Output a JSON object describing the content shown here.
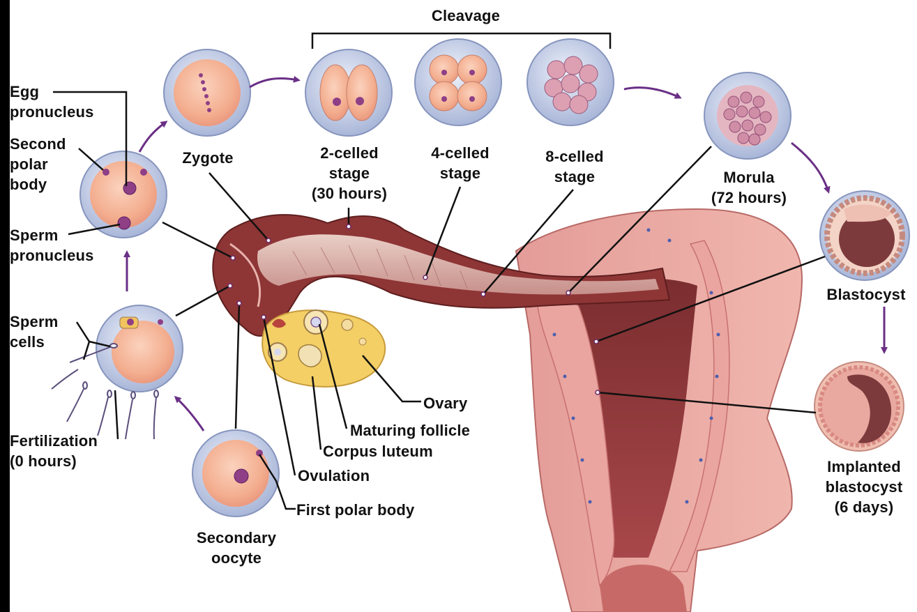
{
  "title": "Cleavage",
  "labels": {
    "egg_pronucleus": "Egg\npronucleus",
    "second_polar_body": "Second\npolar\nbody",
    "sperm_pronucleus": "Sperm\npronucleus",
    "sperm_cells": "Sperm\ncells",
    "fertilization": "Fertilization\n(0 hours)",
    "zygote": "Zygote",
    "two_celled": "2-celled\nstage\n(30 hours)",
    "four_celled": "4-celled\nstage",
    "eight_celled": "8-celled\nstage",
    "morula": "Morula\n(72 hours)",
    "blastocyst": "Blastocyst",
    "implanted_blastocyst": "Implanted\nblastocyst\n(6 days)",
    "ovary": "Ovary",
    "maturing_follicle": "Maturing follicle",
    "corpus_luteum": "Corpus luteum",
    "ovulation": "Ovulation",
    "first_polar_body": "First polar body",
    "secondary_oocyte": "Secondary\noocyte"
  },
  "colors": {
    "background": "#ffffff",
    "frame": "#000000",
    "tube_wall": "#8e3535",
    "tissue": "#e9a3a0",
    "cell_membrane": "#c9d3ec",
    "cytoplasm": "#f5b497",
    "nucleus": "#8e3f86",
    "arrow": "#6a2f86",
    "ovary": "#f3cf66"
  }
}
